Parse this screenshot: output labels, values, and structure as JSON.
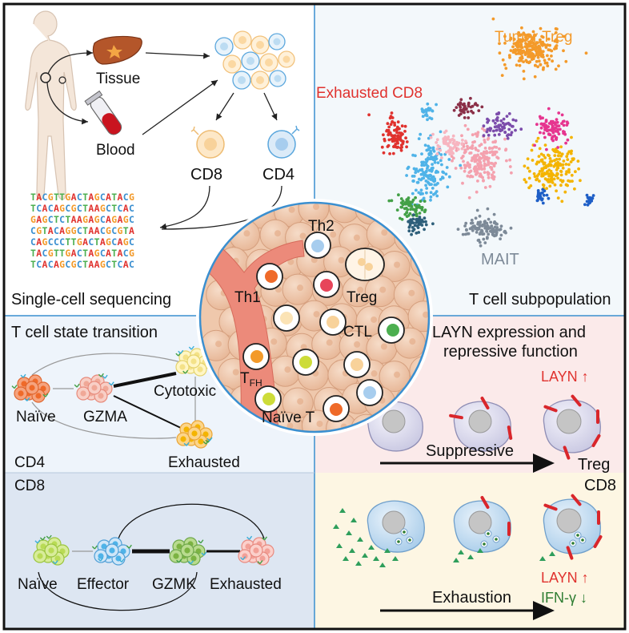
{
  "panels": {
    "sequencing": {
      "tissue": "Tissue",
      "blood": "Blood",
      "cd8": "CD8",
      "cd4": "CD4",
      "title": "Single-cell sequencing",
      "sequences": [
        "TACGTTGACTAGCATACG",
        "TCACAGCGCTAAGCTCAC",
        "GAGCTCTAAGAGCAGAGC",
        "CGTACAGGCTAACGCGTA",
        "CAGCCCTTGACTAGCAGC",
        "TACGTTGACTAGCATACG",
        "TCACAGCGCTAAGCTCAC"
      ]
    },
    "subpopulation": {
      "tumor_treg": "Tumor Treg",
      "exhausted_cd8": "Exhausted CD8",
      "mait": "MAIT",
      "title": "T cell subpopulation"
    },
    "center": {
      "th2": "Th2",
      "th1": "Th1",
      "treg": "Treg",
      "ctl": "CTL",
      "tfh_main": "T",
      "tfh_sub": "FH",
      "naive_t": "Naïve T"
    },
    "transition": {
      "title": "T cell state transition",
      "cd4_naive": "Naïve",
      "cd4_gzma": "GZMA",
      "cd4_cytotoxic": "Cytotoxic",
      "cd4_exhausted": "Exhausted",
      "cd4_label": "CD4",
      "cd8_label": "CD8",
      "cd8_naive": "Naïve",
      "cd8_effector": "Effector",
      "cd8_gzmk": "GZMK",
      "cd8_exhausted": "Exhausted"
    },
    "layn": {
      "title_line1": "LAYN expression and",
      "title_line2": "repressive function",
      "layn_up": "LAYN ↑",
      "suppressive": "Suppressive",
      "treg": "Treg",
      "cd8": "CD8",
      "layn_up2": "LAYN ↑",
      "ifng_down": "IFN-γ ↓",
      "exhaustion": "Exhaustion"
    }
  },
  "colors": {
    "border": "#111111",
    "divider": "#3a8fd0",
    "tumor_treg": "#f39a2a",
    "exhausted_cd8": "#e0322e",
    "mait": "#7d8a98",
    "layn": "#e0322e",
    "ifng": "#2e7d32"
  }
}
